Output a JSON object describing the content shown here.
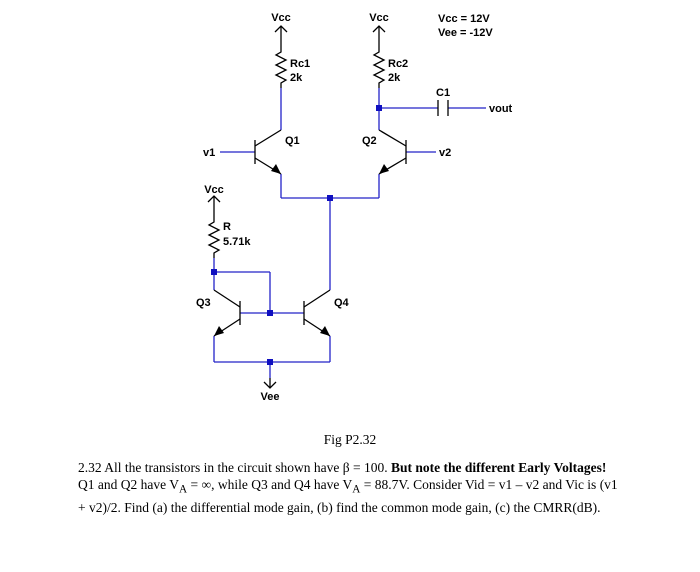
{
  "labels": {
    "vcc_rc1": "Vcc",
    "vcc_rc2": "Vcc",
    "vcc_r": "Vcc",
    "vee": "Vee",
    "supply_vcc": "Vcc = 12V",
    "supply_vee": "Vee = -12V",
    "rc1_name": "Rc1",
    "rc1_value": "2k",
    "rc2_name": "Rc2",
    "rc2_value": "2k",
    "c1": "C1",
    "vout": "vout",
    "v1": "v1",
    "v2": "v2",
    "q1": "Q1",
    "q2": "Q2",
    "q3": "Q3",
    "q4": "Q4",
    "r_name": "R",
    "r_value": "5.71k"
  },
  "caption": "Fig P2.32",
  "problem": {
    "p1": "2.32 All the transistors in the circuit shown have β = 100. ",
    "bold1": "But note the different Early Voltages!",
    "p2": " Q1 and Q2 have V",
    "sub1": "A",
    "p3": " = ∞, while Q3 and Q4 have V",
    "sub2": "A",
    "p4": " = 88.7V. Consider Vid = v1 – v2 and Vic is (v1 + v2)/2. Find (a) the differential mode gain, (b) find the common mode gain, (c) the CMRR(dB)."
  },
  "colors": {
    "wire": "#2323c8",
    "node": "#1010c0",
    "device": "#000000"
  }
}
